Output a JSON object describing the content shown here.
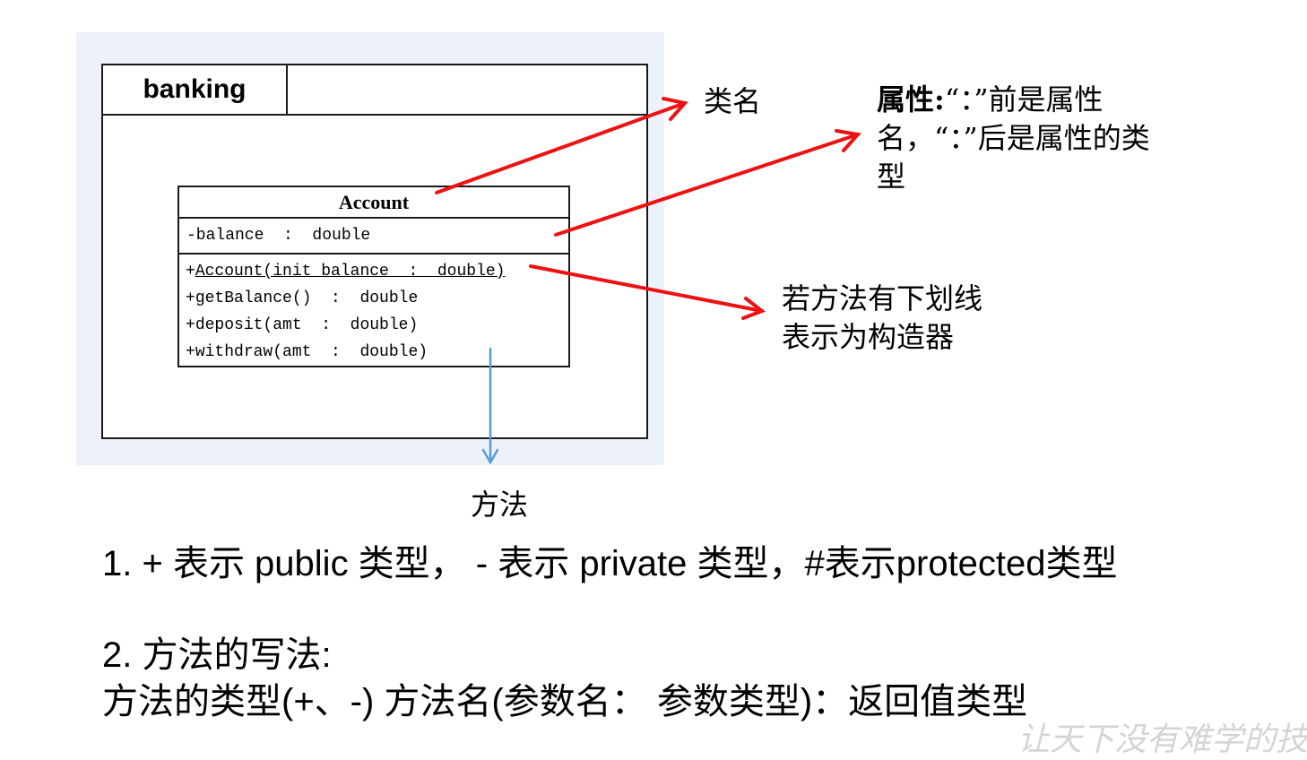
{
  "colors": {
    "panel_background": "#edf1fa",
    "red_arrow": "#ee1111",
    "blue_arrow": "#5b9bd5",
    "border": "#1a1a1a"
  },
  "diagram": {
    "package": {
      "name": "banking"
    },
    "class": {
      "name": "Account",
      "attributes": [
        "-balance  :  double"
      ],
      "methods": [
        {
          "prefix": "+",
          "signature": "Account(init_balance  :  double)",
          "constructor": true
        },
        {
          "prefix": "+",
          "signature": "getBalance()  :  double",
          "constructor": false
        },
        {
          "prefix": "+",
          "signature": "deposit(amt  :  double)",
          "constructor": false
        },
        {
          "prefix": "+",
          "signature": "withdraw(amt  :  double)",
          "constructor": false
        }
      ]
    }
  },
  "annotations": {
    "class_name": "类名",
    "attribute_bold": "属性:",
    "attribute_rest": "“：”前是属性名，“：”后是属性的类型",
    "constructor": "若方法有下划线表示为构造器",
    "method": "方法"
  },
  "notes": {
    "line1": "1. + 表示 public 类型，  - 表示 private 类型，#表示protected类型",
    "line2_title": "2. 方法的写法:",
    "line2_body": "方法的类型(+、-)  方法名(参数名：  参数类型)：返回值类型"
  },
  "watermark": "让天下没有难学的技"
}
